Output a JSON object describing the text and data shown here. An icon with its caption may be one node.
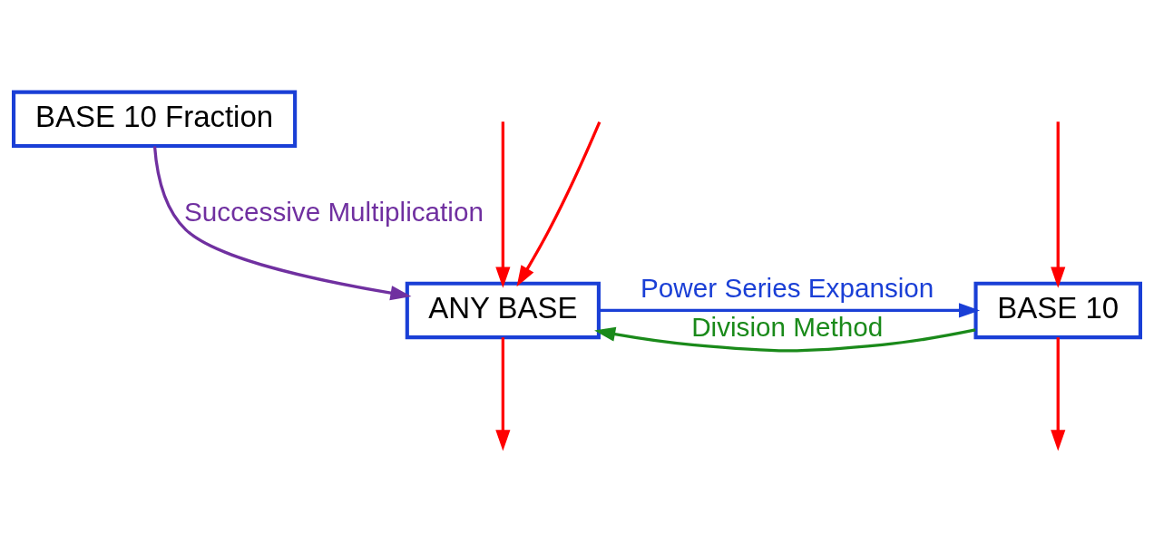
{
  "diagram": {
    "nodes": [
      {
        "text": [
          "ANY BASE"
        ]
      },
      {
        "text": [
          "BASE 10"
        ]
      },
      {
        "text": [
          "BASE 10 Fraction"
        ]
      }
    ],
    "edges": [
      {
        "from": 0,
        "to": 1,
        "arrow": "to",
        "label": "Power Series Expansion",
        "color": "#1a3fd6"
      },
      {
        "from": 1,
        "to": 0,
        "arrow": "to",
        "label": "Division Method",
        "color": "#1a8a1a"
      },
      {
        "from": 2,
        "to": 0,
        "arrow": "to",
        "label": "Successive Multiplication",
        "color": "#7030a0"
      },
      {
        "from": null,
        "to": 0,
        "arrow": "to"
      },
      {
        "from": null,
        "to": 0,
        "arrow": "to"
      },
      {
        "from": 0,
        "to": null,
        "arrow": "to"
      },
      {
        "from": null,
        "to": 1,
        "arrow": "to"
      },
      {
        "from": 1,
        "to": null,
        "arrow": "to"
      }
    ]
  }
}
